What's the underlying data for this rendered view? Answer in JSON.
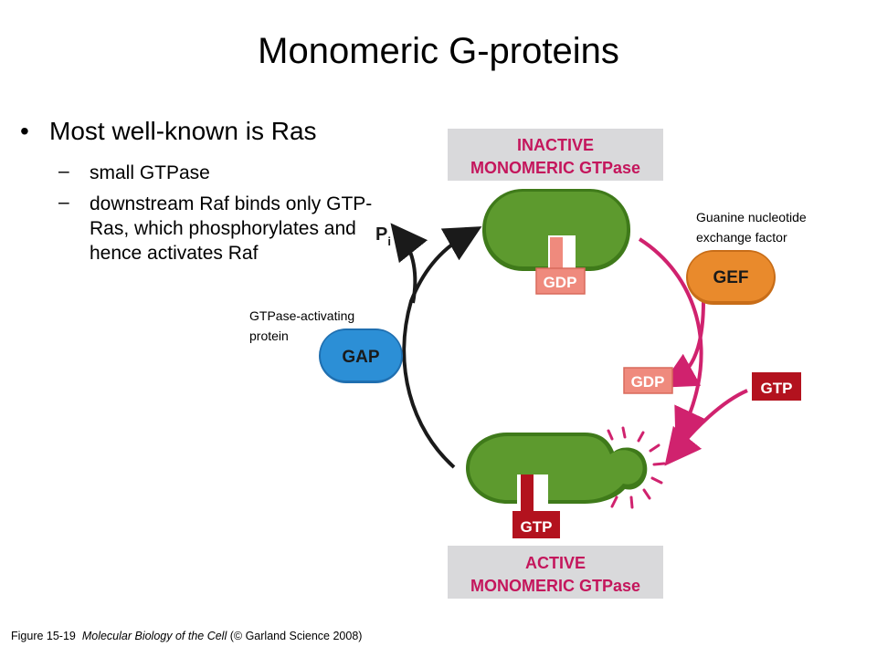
{
  "title": "Monomeric G-proteins",
  "bullet": {
    "main": "Most well-known is Ras",
    "subs": [
      "small GTPase",
      "downstream Raf binds only GTP-Ras, which phosphorylates and hence activates Raf"
    ]
  },
  "diagram": {
    "inactive_label_line1": "INACTIVE",
    "inactive_label_line2": "MONOMERIC GTPase",
    "active_label_line1": "ACTIVE",
    "active_label_line2": "MONOMERIC GTPase",
    "gdp_bound": "GDP",
    "gdp_released": "GDP",
    "gtp_incoming": "GTP",
    "gtp_bound": "GTP",
    "gef": "GEF",
    "gef_desc_line1": "Guanine nucleotide",
    "gef_desc_line2": "exchange factor",
    "gap": "GAP",
    "gap_desc_line1": "GTPase-activating",
    "gap_desc_line2": "protein",
    "pi_main": "P",
    "pi_sub": "i"
  },
  "caption": {
    "prefix": "Figure 15-19",
    "book": "Molecular Biology of the Cell",
    "suffix": "(© Garland Science 2008)"
  },
  "colors": {
    "protein_green": "#5d9a2e",
    "protein_dark": "#3f7a1a",
    "magenta_arrow": "#d0226e",
    "gdp_pink": "#ef8a7d",
    "gtp_red": "#b3121e",
    "gef_orange": "#e98a2c",
    "gap_blue": "#2c8fd6",
    "label_box_gray": "#d9d9db"
  }
}
